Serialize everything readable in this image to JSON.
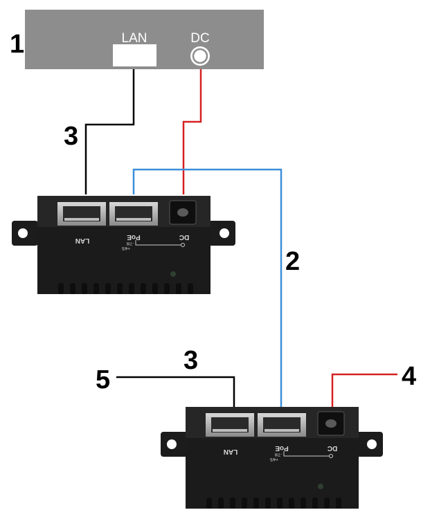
{
  "callouts": {
    "n1": "1",
    "n2": "2",
    "n3_top": "3",
    "n3_bottom": "3",
    "n4": "4",
    "n5": "5"
  },
  "camera": {
    "lan_label": "LAN",
    "dc_label": "DC"
  },
  "injector_top": {
    "lan_label": "LAN",
    "poe_label": "PoE",
    "dc_label": "DC",
    "pin_note_upper": "-7/8",
    "pin_note_lower": "+4/5"
  },
  "injector_bottom": {
    "lan_label": "LAN",
    "poe_label": "PoE",
    "dc_label": "DC",
    "pin_note_upper": "-7/8",
    "pin_note_lower": "+4/5"
  },
  "colors": {
    "lan_cable": "#000000",
    "poe_cable": "#3a8fd9",
    "dc_cable": "#d62020",
    "device_body": "#1b1b1b",
    "camera_panel": "#8d8d8d"
  }
}
